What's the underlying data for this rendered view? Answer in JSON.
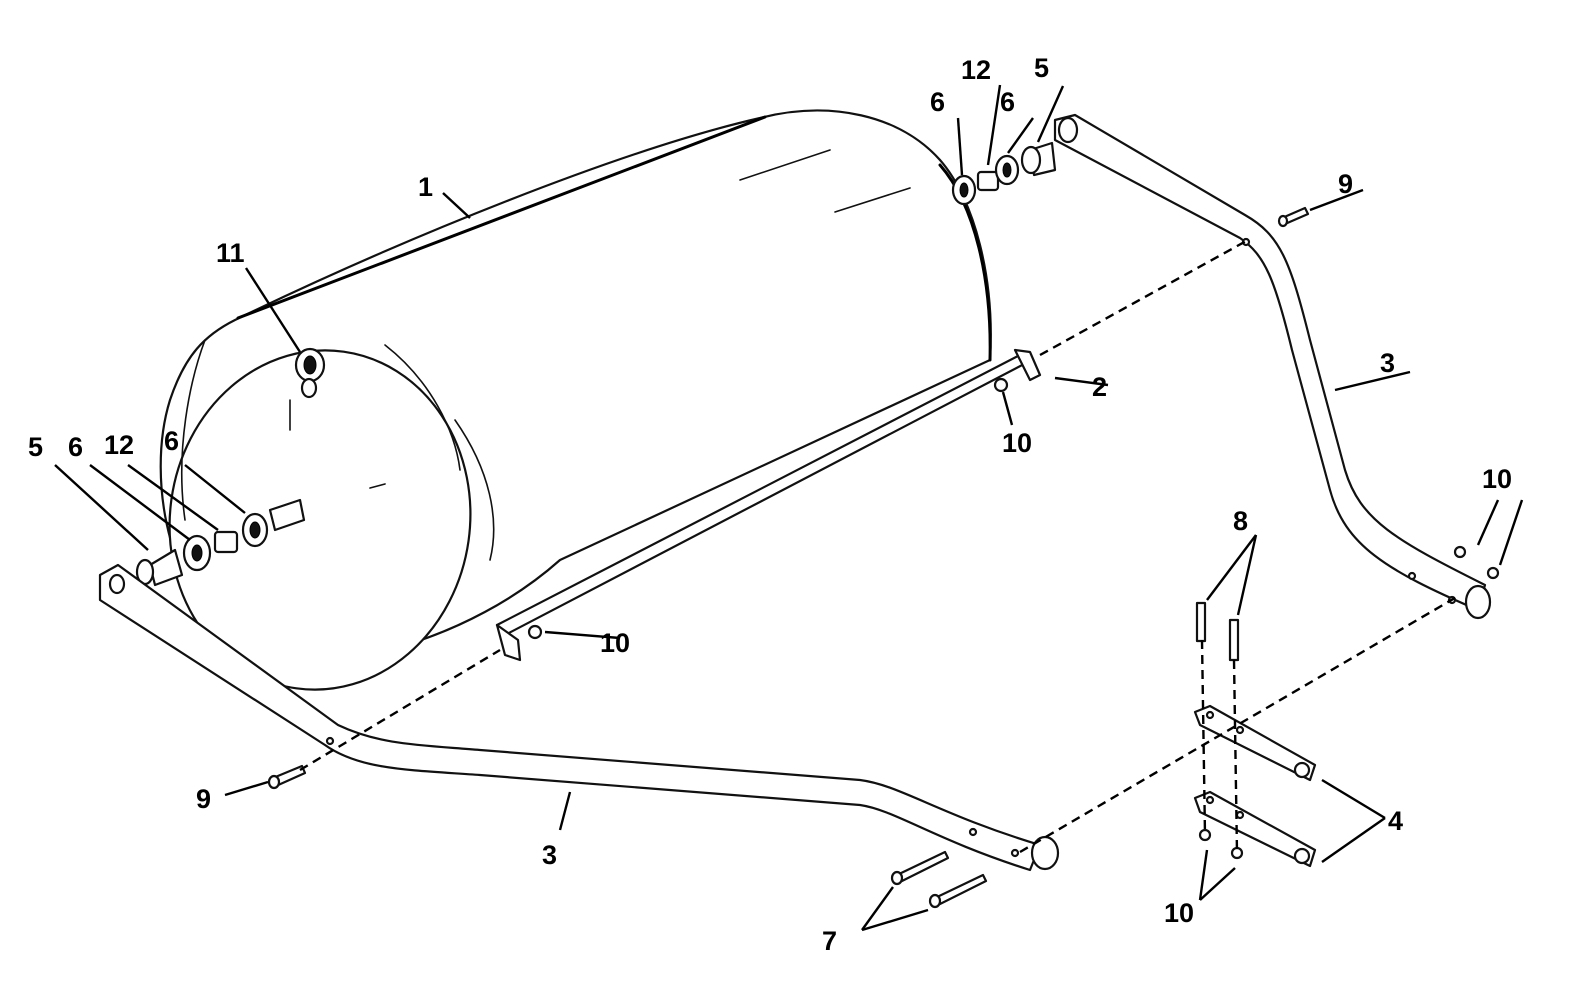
{
  "diagram": {
    "callouts": [
      {
        "id": "c1",
        "text": "1"
      },
      {
        "id": "c2",
        "text": "2"
      },
      {
        "id": "c3a",
        "text": "3"
      },
      {
        "id": "c3b",
        "text": "3"
      },
      {
        "id": "c4",
        "text": "4"
      },
      {
        "id": "c5a",
        "text": "5"
      },
      {
        "id": "c5b",
        "text": "5"
      },
      {
        "id": "c6a",
        "text": "6"
      },
      {
        "id": "c6b",
        "text": "6"
      },
      {
        "id": "c6c",
        "text": "6"
      },
      {
        "id": "c6d",
        "text": "6"
      },
      {
        "id": "c7",
        "text": "7"
      },
      {
        "id": "c8",
        "text": "8"
      },
      {
        "id": "c9a",
        "text": "9"
      },
      {
        "id": "c9b",
        "text": "9"
      },
      {
        "id": "c10a",
        "text": "10"
      },
      {
        "id": "c10b",
        "text": "10"
      },
      {
        "id": "c10c",
        "text": "10"
      },
      {
        "id": "c10d",
        "text": "10"
      },
      {
        "id": "c11",
        "text": "11"
      },
      {
        "id": "c12a",
        "text": "12"
      },
      {
        "id": "c12b",
        "text": "12"
      }
    ]
  }
}
